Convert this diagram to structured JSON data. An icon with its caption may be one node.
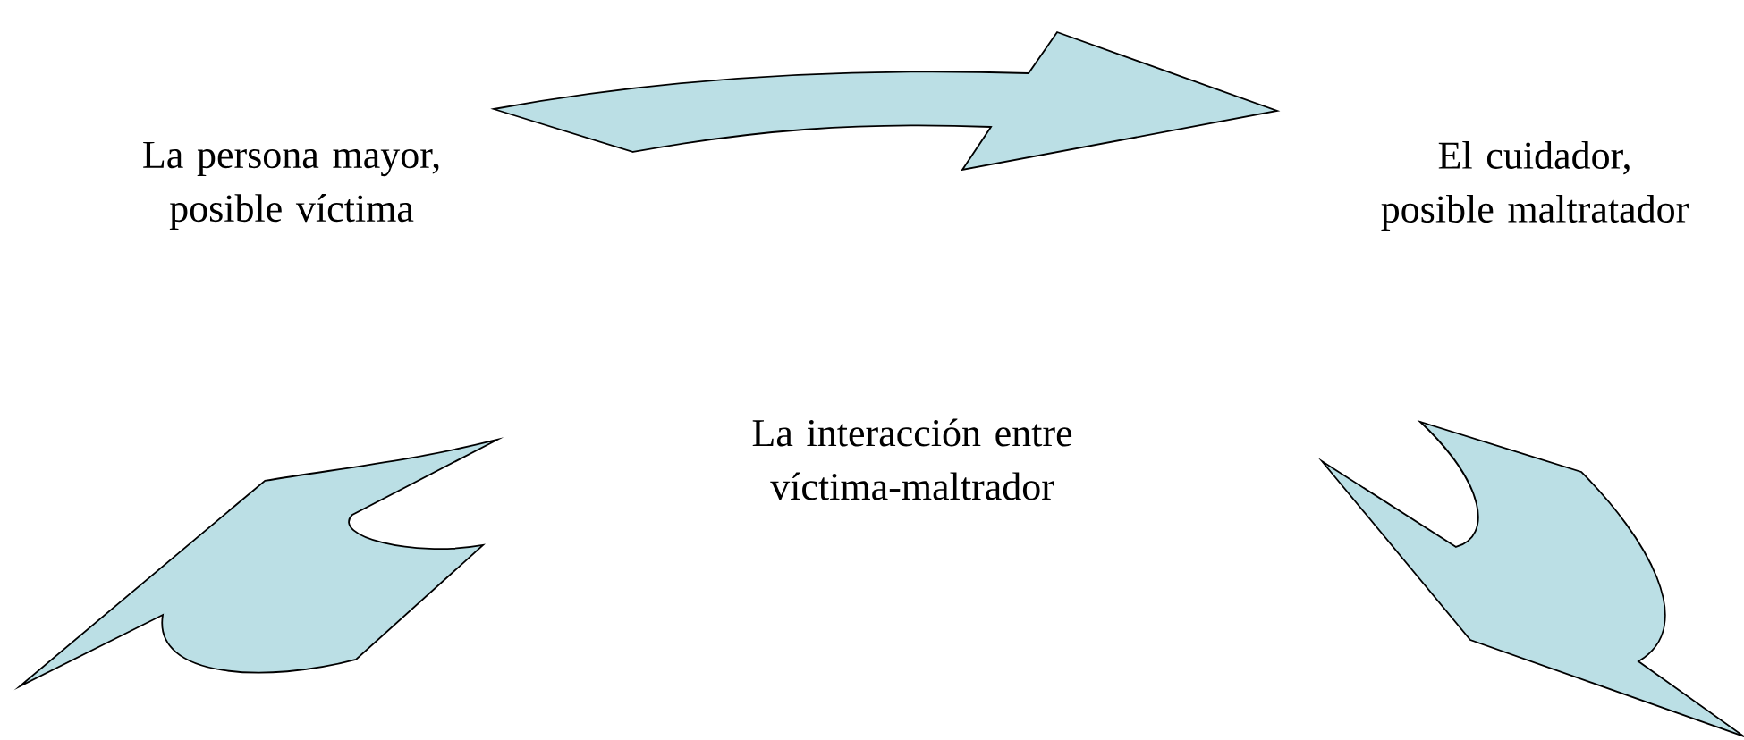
{
  "diagram": {
    "nodes": [
      {
        "text": [
          "La persona mayor, posible víctima"
        ]
      },
      {
        "text": [
          "El cuidador, posible maltratador"
        ]
      },
      {
        "text": [
          "La interacción entre víctima-maltrador"
        ]
      }
    ],
    "edges": [
      {
        "from": 0,
        "to": 1,
        "arrow": "to"
      }
    ]
  }
}
